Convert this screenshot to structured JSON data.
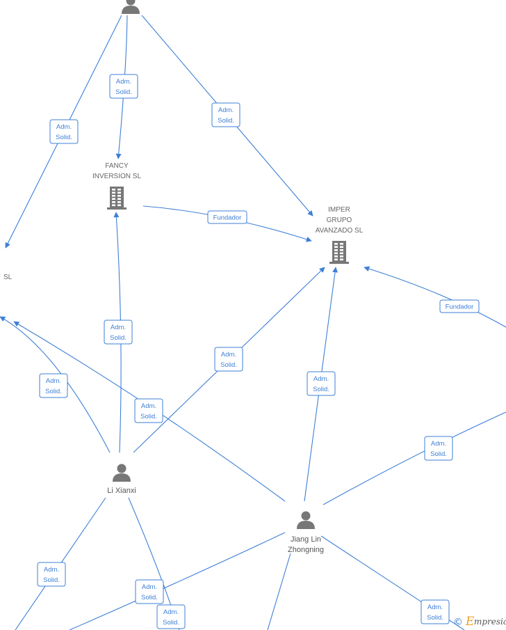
{
  "nodes": [
    {
      "id": "top_person",
      "kind": "person",
      "label": []
    },
    {
      "id": "fancy",
      "kind": "company",
      "label": [
        "FANCY",
        "INVERSION  SL"
      ]
    },
    {
      "id": "imper",
      "kind": "company",
      "label": [
        "IMPER",
        "GRUPO",
        "AVANZADO  SL"
      ]
    },
    {
      "id": "left_company",
      "kind": "company-partial",
      "label": [
        "SL"
      ]
    },
    {
      "id": "li_xianxi",
      "kind": "person",
      "label": [
        "Li Xianxi"
      ]
    },
    {
      "id": "jiang",
      "kind": "person",
      "label": [
        "Jiang Lin",
        "Zhongning"
      ]
    }
  ],
  "edges": [
    {
      "label": [
        "Adm.",
        "Solid."
      ]
    },
    {
      "label": [
        "Adm.",
        "Solid."
      ]
    },
    {
      "label": [
        "Adm.",
        "Solid."
      ]
    },
    {
      "label": [
        "Fundador"
      ]
    },
    {
      "label": [
        "Adm.",
        "Solid."
      ]
    },
    {
      "label": [
        "Adm.",
        "Solid."
      ]
    },
    {
      "label": [
        "Adm.",
        "Solid."
      ]
    },
    {
      "label": [
        "Adm.",
        "Solid."
      ]
    },
    {
      "label": [
        "Fundador"
      ]
    },
    {
      "label": [
        "Adm.",
        "Solid."
      ]
    },
    {
      "label": [
        "Adm.",
        "Solid."
      ]
    },
    {
      "label": [
        "Adm.",
        "Solid."
      ]
    },
    {
      "label": [
        "Adm.",
        "Solid."
      ]
    },
    {
      "label": [
        "Adm.",
        "Solid."
      ]
    },
    {
      "label": [
        "Adm.",
        "Solid."
      ]
    }
  ],
  "branding": {
    "copyright": "©",
    "initial": "E",
    "rest": "mpresia"
  }
}
